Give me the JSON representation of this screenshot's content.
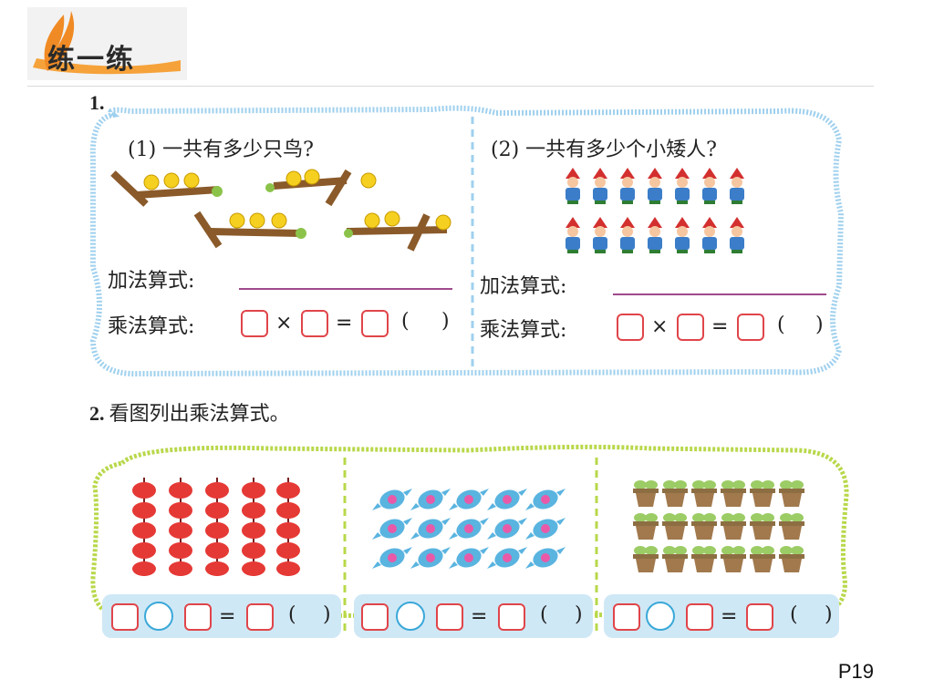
{
  "header": {
    "title": "练一练"
  },
  "q1": {
    "number": "1.",
    "part1": {
      "label": "(1) 一共有多少只鸟?",
      "add_label": "加法算式:",
      "mul_label": "乘法算式:"
    },
    "part2": {
      "label": "(2) 一共有多少个小矮人?",
      "add_label": "加法算式:",
      "mul_label": "乘法算式:"
    },
    "times_symbol": "×",
    "equals_symbol": "=",
    "paren_open": "(",
    "paren_close": ")"
  },
  "q2": {
    "number": "2.",
    "text": "看图列出乘法算式。",
    "equals_symbol": "=",
    "paren_open": "(",
    "paren_close": ")"
  },
  "colors": {
    "answer_box": "#e0454a",
    "circle_box": "#3aa8d8",
    "frame1": "#9fd0ee",
    "frame2": "#b8d84a",
    "underline": "#a04a8c"
  },
  "icons": [
    "feather-icon",
    "bird-branch-icon",
    "dwarf-icon",
    "lantern-icon",
    "candy-icon",
    "plant-pot-icon"
  ],
  "footer": {
    "page": "P19"
  }
}
